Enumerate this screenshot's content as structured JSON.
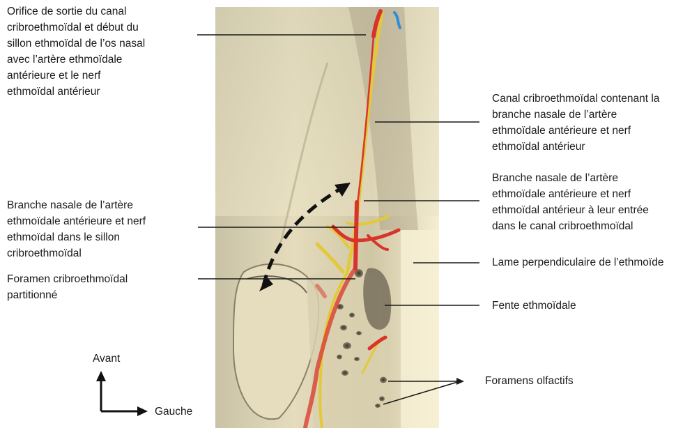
{
  "labels": {
    "orifice": "Orifice de sortie du canal\ncribroethmoïdal et début du\nsillon ethmoïdal de l’os nasal\navec l’artère ethmoïdale\nantérieure et le nerf\nethmoïdal antérieur",
    "canal": "Canal cribroethmoïdal contenant la\nbranche nasale de l’artère\nethmoïdale antérieure et nerf\nethmoïdal antérieur",
    "branche_entree": "Branche nasale de l’artère\nethmoïdale antérieure et nerf\nethmoïdal antérieur à leur entrée\ndans le canal cribroethmoïdal",
    "branche_sillon": "Branche nasale de l’artère\nethmoïdale antérieure et nerf\nethmoïdal dans le sillon\ncribroethmoïdal",
    "lame": "Lame perpendiculaire de l’ethmoïde",
    "foramen": "Foramen cribroethmoïdal\npartitionné",
    "fente": "Fente ethmoïdale",
    "foramens": "Foramens olfactifs"
  },
  "orientation": {
    "avant": "Avant",
    "gauche": "Gauche"
  },
  "colors": {
    "artery": "#d9342b",
    "nerve": "#e3c93a",
    "bone_light": "#efe6c4",
    "bone_dark": "#9a9078",
    "leader": "#1a1a1a"
  }
}
